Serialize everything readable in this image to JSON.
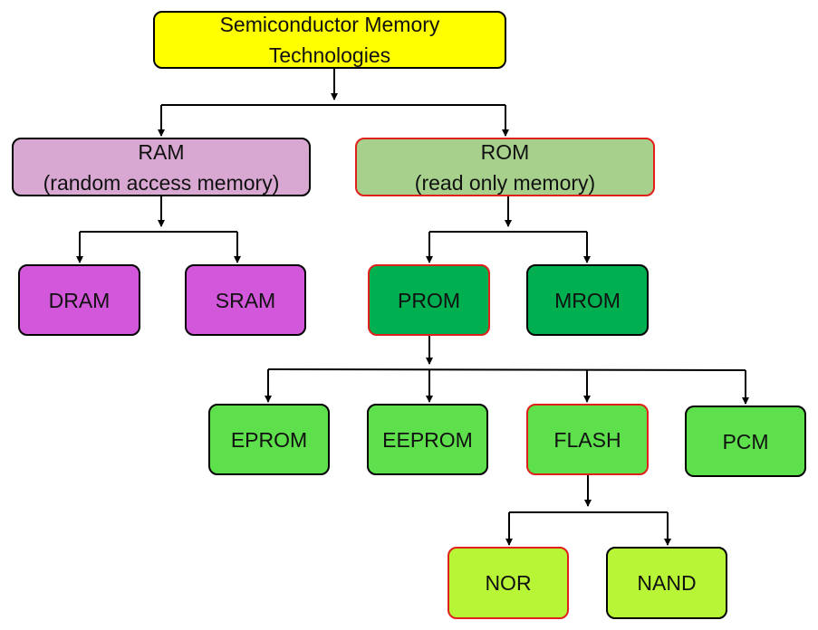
{
  "colors": {
    "root": "#ffff00",
    "ram": "#d8a8d2",
    "ram_child": "#d357db",
    "rom": "#a8d08d",
    "rom_child": "#00b050",
    "prom_child": "#5ee04c",
    "flash_child": "#b8f536",
    "border_red": "#e0201a",
    "border_black": "#000000"
  },
  "nodes": {
    "root": "Semiconductor Memory\nTechnologies",
    "ram": "RAM\n(random access memory)",
    "rom": "ROM\n(read only memory)",
    "dram": "DRAM",
    "sram": "SRAM",
    "prom": "PROM",
    "mrom": "MROM",
    "eprom": "EPROM",
    "eeprom": "EEPROM",
    "flash": "FLASH",
    "pcm": "PCM",
    "nor": "NOR",
    "nand": "NAND"
  }
}
